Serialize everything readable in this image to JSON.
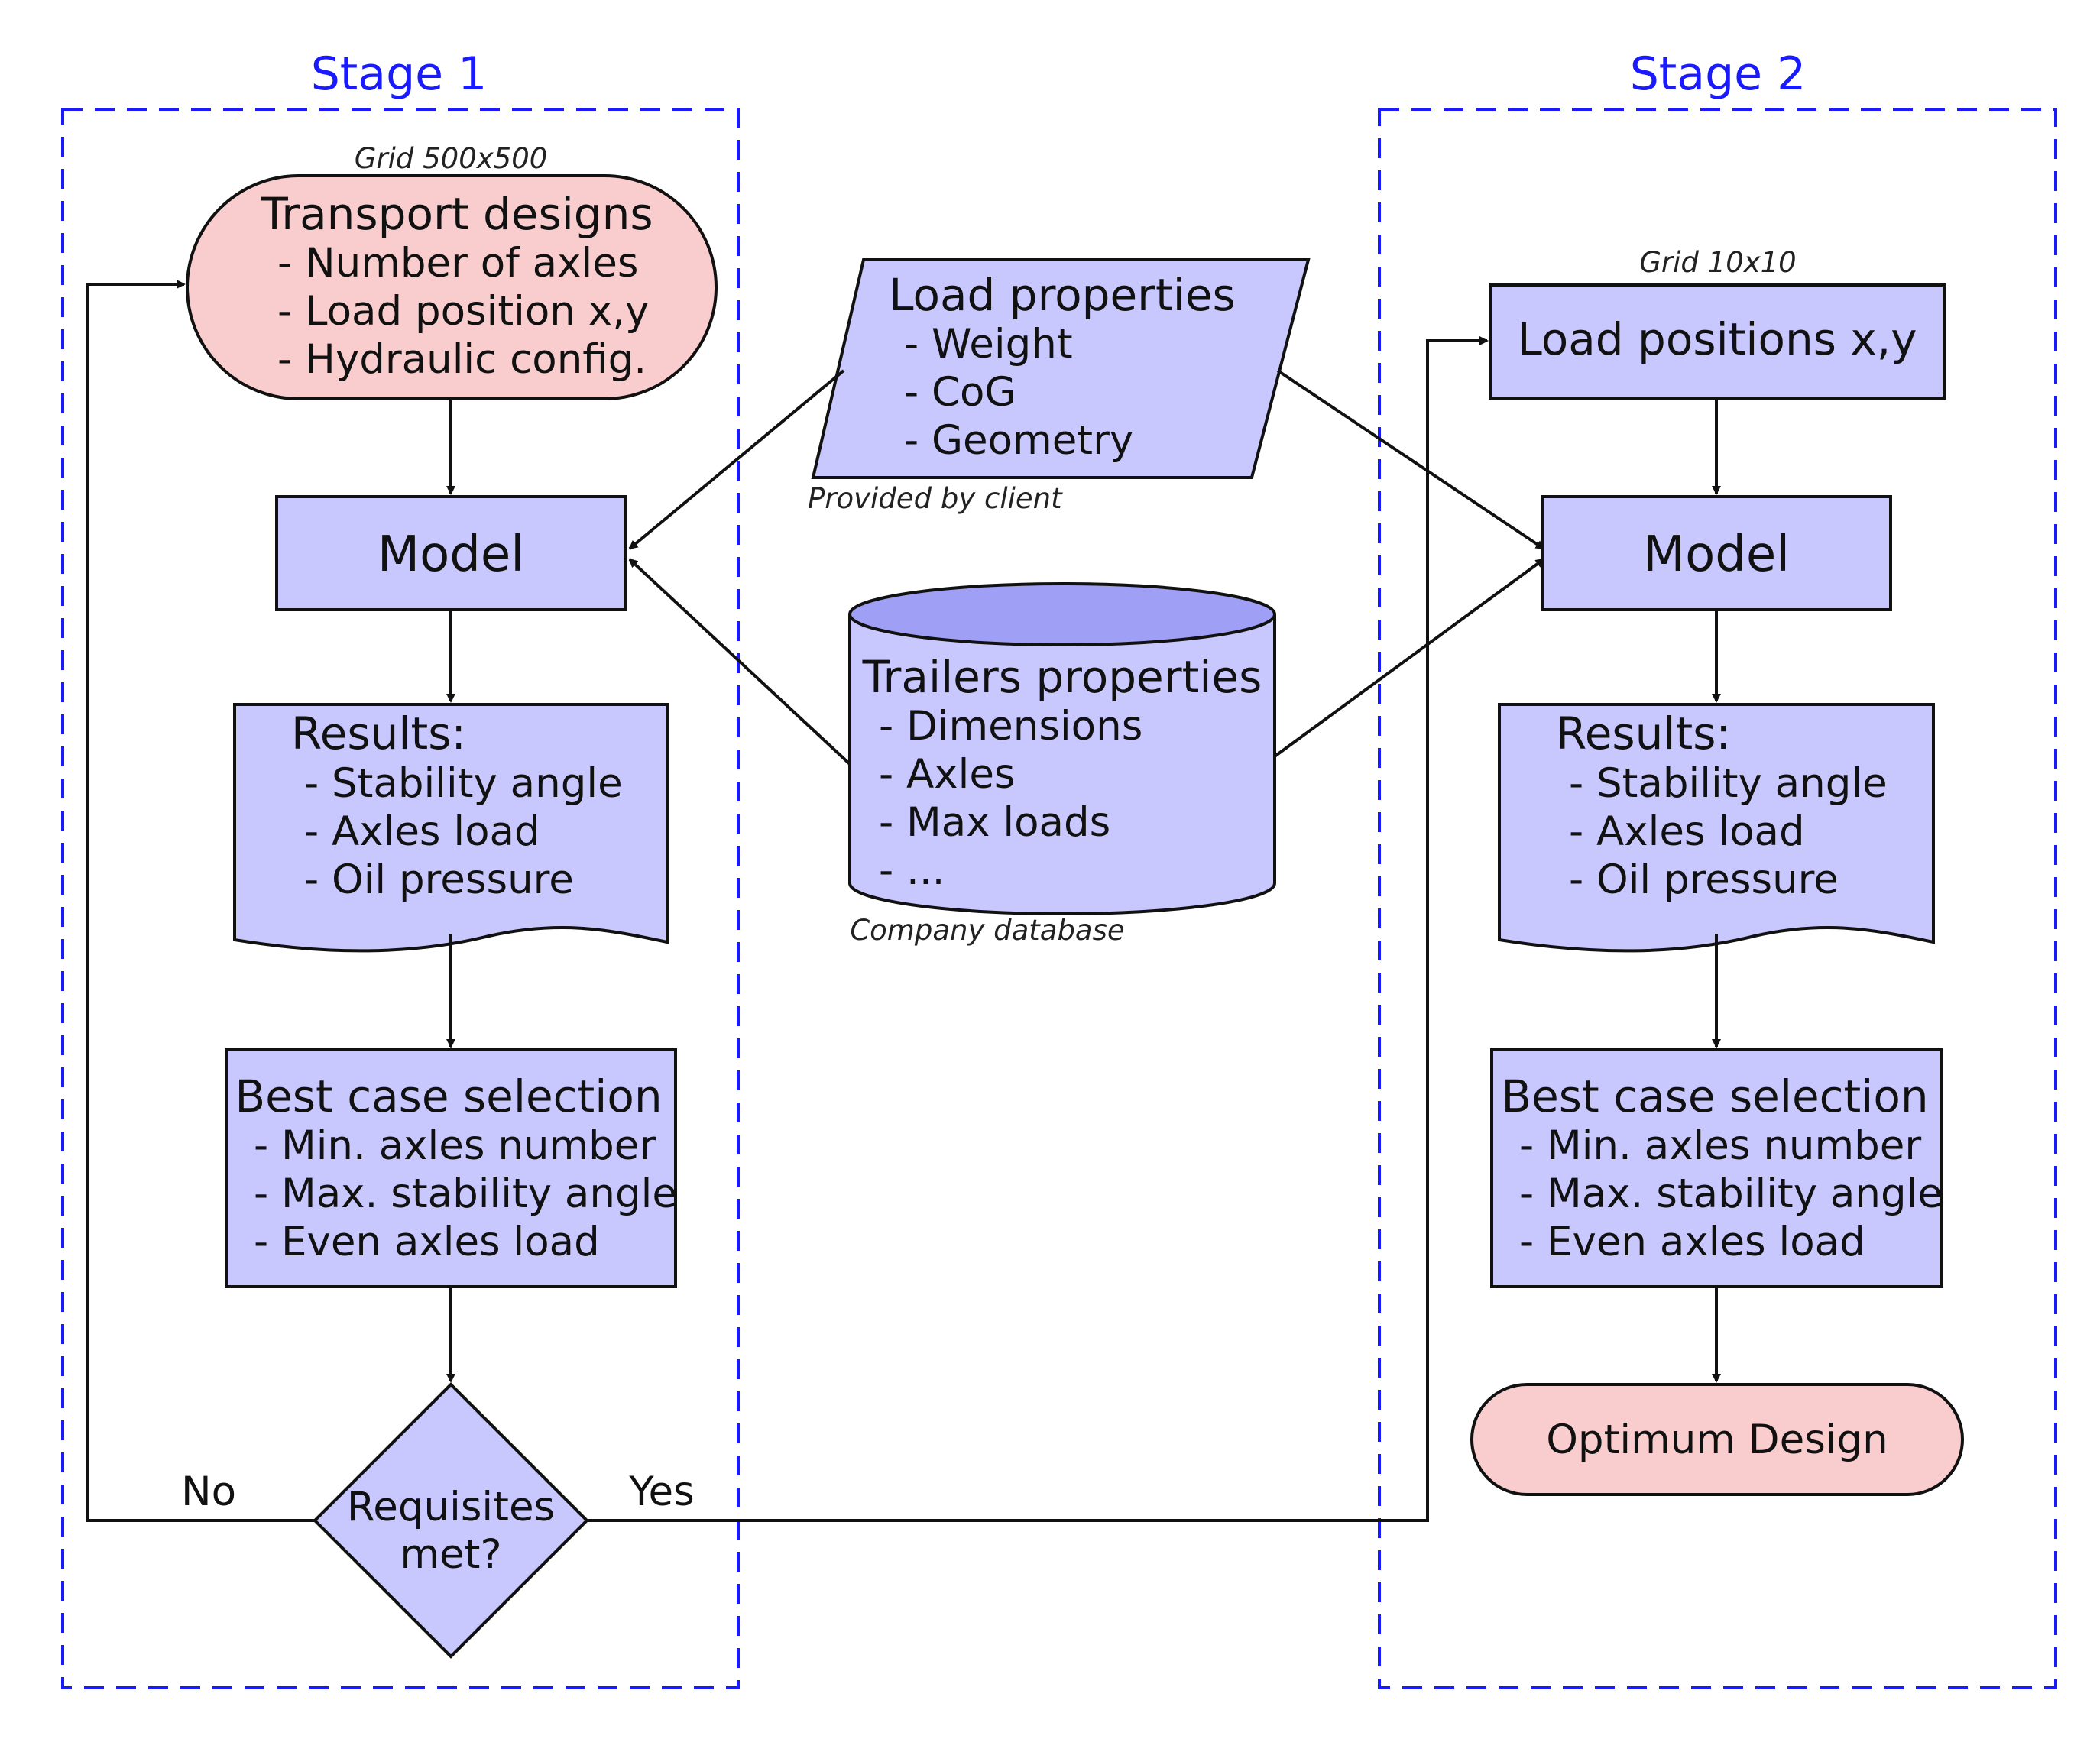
{
  "stages": {
    "stage1": {
      "title": "Stage 1"
    },
    "stage2": {
      "title": "Stage 2"
    }
  },
  "captions": {
    "grid_stage1": "Grid 500x500",
    "grid_stage2": "Grid 10x10",
    "provided_by_client": "Provided by client",
    "company_database": "Company database"
  },
  "transport_designs": {
    "title": "Transport designs",
    "items": [
      "- Number of axles",
      "- Load position x,y",
      "- Hydraulic config."
    ]
  },
  "load_properties": {
    "title": "Load properties",
    "items": [
      "- Weight",
      "- CoG",
      "- Geometry"
    ]
  },
  "trailers_properties": {
    "title": "Trailers properties",
    "items": [
      "- Dimensions",
      "- Axles",
      "- Max loads",
      "- ..."
    ]
  },
  "load_positions": {
    "label": "Load positions x,y"
  },
  "model": {
    "label": "Model"
  },
  "results": {
    "title": "Results:",
    "items": [
      "- Stability angle",
      "- Axles load",
      "- Oil pressure"
    ]
  },
  "best_case": {
    "title": "Best case selection",
    "items": [
      "- Min. axles number",
      "- Max. stability angle",
      "- Even axles load"
    ]
  },
  "decision": {
    "lines": [
      "Requisites",
      "met?"
    ],
    "no_label": "No",
    "yes_label": "Yes"
  },
  "optimum": {
    "label": "Optimum Design"
  },
  "colors": {
    "process_fill": "#c8c8ff",
    "terminal_fill": "#f9cdcd",
    "stage_border": "#1a1aff",
    "database_top": "#9f9ff5"
  }
}
